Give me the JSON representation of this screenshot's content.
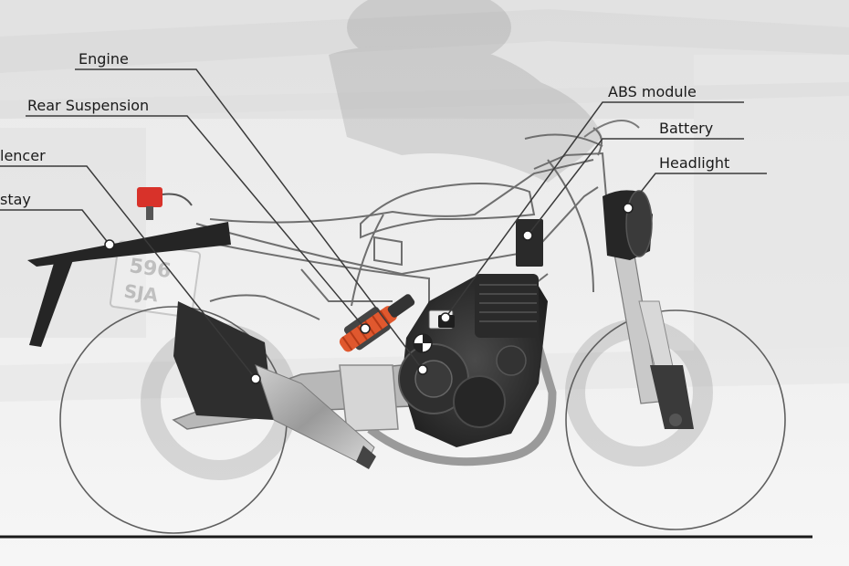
{
  "labels": {
    "engine": "Engine",
    "rear_suspension": "Rear Suspension",
    "silencer": "lencer",
    "stay": "stay",
    "abs_module": "ABS module",
    "battery": "Battery",
    "headlight": "Headlight"
  },
  "plates": {
    "line1": "596",
    "line2": "SJA"
  },
  "colors": {
    "frame_stroke": "#6f6f6f",
    "component_dark": "#2b2b2b",
    "shock_spring": "#e0582e",
    "reservoir": "#d8322a",
    "leader_line": "#3a3a3a",
    "ground_line": "#1a1a1a"
  }
}
